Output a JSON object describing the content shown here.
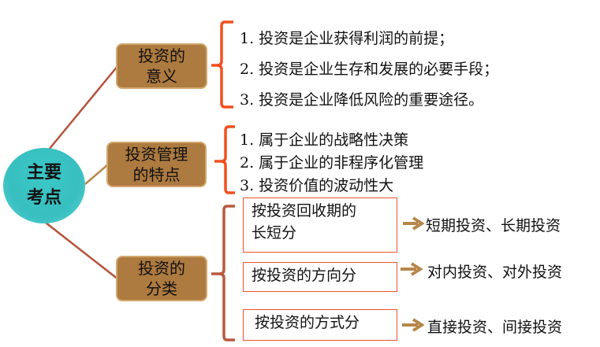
{
  "center": {
    "label_line1": "主要",
    "label_line2": "考点"
  },
  "branches": [
    {
      "title_line1": "投资的",
      "title_line2": "意义",
      "items": [
        "1. 投资是企业获得利润的前提；",
        "2. 投资是企业生存和发展的必要手段；",
        "3. 投资是企业降低风险的重要途径。"
      ]
    },
    {
      "title_line1": "投资管理",
      "title_line2": "的特点",
      "items": [
        "1. 属于企业的战略性决策",
        "2. 属于企业的非程序化管理",
        "3. 投资价值的波动性大"
      ]
    },
    {
      "title_line1": "投资的",
      "title_line2": "分类",
      "categories": [
        {
          "label_line1": "按投资回收期的",
          "label_line2": "长短分",
          "result": "短期投资、长期投资"
        },
        {
          "label_line1": "按投资的方向分",
          "result": "对内投资、对外投资"
        },
        {
          "label_line1": "按投资的方式分",
          "result": "直接投资、间接投资"
        }
      ]
    }
  ],
  "colors": {
    "center": "#3cc4c4",
    "node": "#ad7a3f",
    "brace_orange": "#f0501e",
    "brace_brown": "#b85a3e",
    "arrow": "#b5874a"
  }
}
